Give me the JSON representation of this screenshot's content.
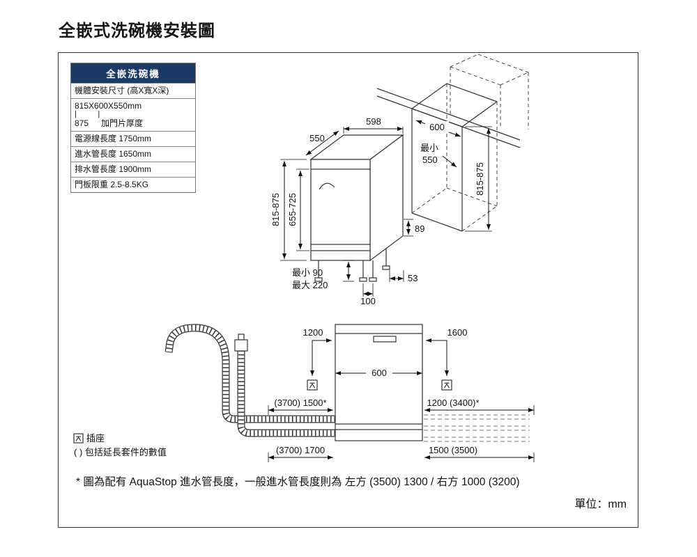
{
  "page": {
    "title": "全嵌式洗碗機安裝圖",
    "footnote": "* 圖為配有 AquaStop 進水管長度，一般進水管長度則為 左方 (3500) 1300 / 右方 1000 (3200)",
    "unit_label": "單位：mm"
  },
  "spec_table": {
    "header": "全嵌洗碗機",
    "size_label": "機體安裝尺寸 (高X寬X深)",
    "size_value": "815X600X550mm",
    "size_ticks": "|          |",
    "size_alt_value": "875",
    "size_alt_label": "加門片厚度",
    "rows": [
      {
        "label": "電源線長度 1750mm"
      },
      {
        "label": "進水管長度 1650mm"
      },
      {
        "label": "排水管長度 1900mm"
      },
      {
        "label": "門板限重 2.5-8.5KG"
      }
    ]
  },
  "iso_diagram": {
    "depth": "550",
    "width": "598",
    "niche_width": "600",
    "niche_depth_min_label": "最小",
    "niche_depth_min_value": "550",
    "height_range_left": "815-875",
    "inner_height_range": "655-725",
    "niche_height_range": "815-875",
    "rear_gap": "89",
    "plinth_min": "最小 90",
    "plinth_max": "最大 220",
    "feet_distance": "100",
    "rear_foot_offset": "53"
  },
  "hose_diagram": {
    "cord_left": "1200",
    "cord_right": "1600",
    "unit_width": "600",
    "inlet_left": "(3700) 1500*",
    "inlet_right": "1200 (3400)*",
    "drain_left": "(3700) 1700",
    "drain_right": "1500 (3500)",
    "legend_socket": "插座",
    "legend_note": "( ) 包括延長套件的數值"
  }
}
